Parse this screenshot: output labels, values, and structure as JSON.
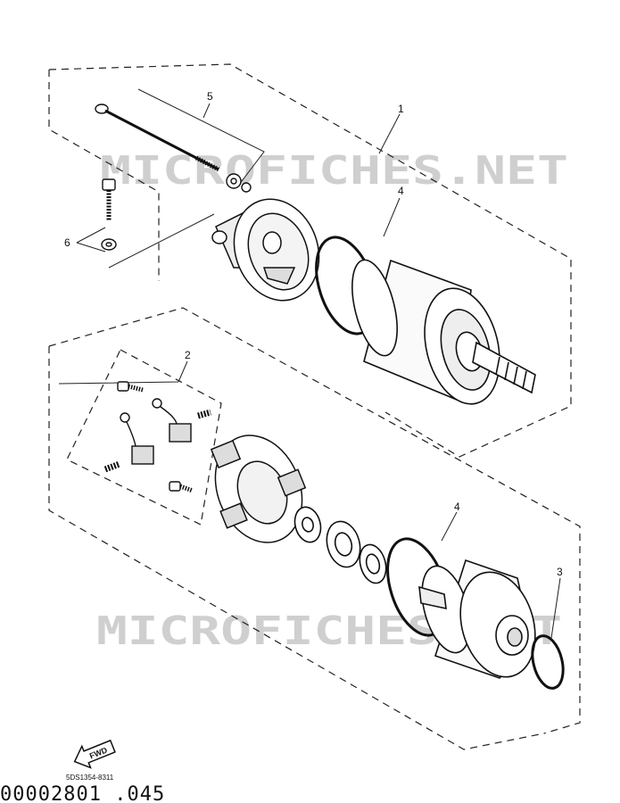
{
  "watermark": {
    "text": "MICROFICHES.NET",
    "color": "#c9c9c9"
  },
  "callouts": {
    "c1": "1",
    "c2": "2",
    "c3": "3",
    "c4a": "4",
    "c4b": "4",
    "c5": "5",
    "c6": "6"
  },
  "fwd_label": "FWD",
  "drawing_code": "5DS1354-8311",
  "part_number": "00002801 .045"
}
